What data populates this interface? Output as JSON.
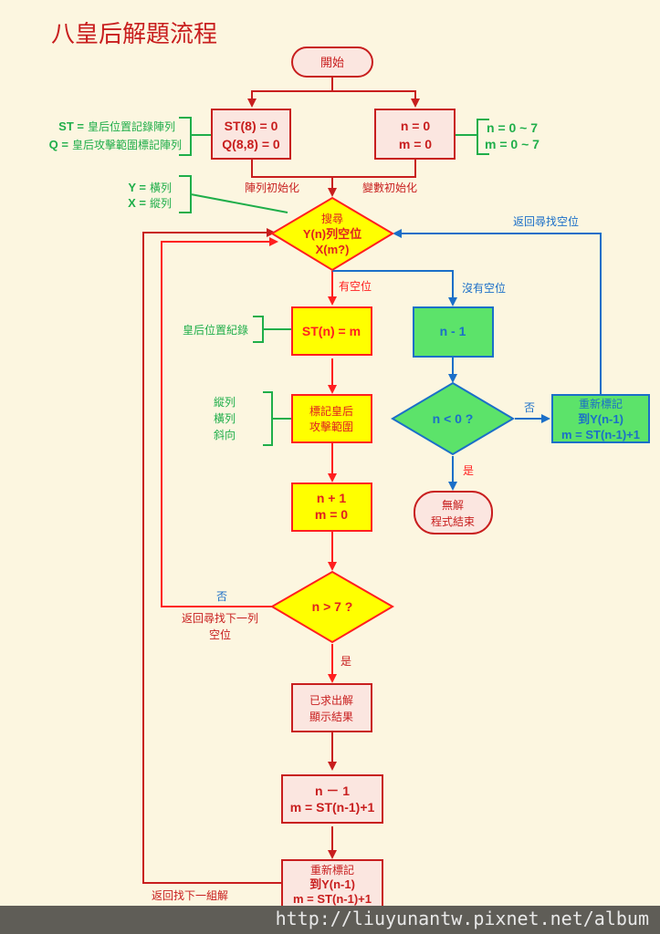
{
  "title": "八皇后解題流程",
  "colors": {
    "red": "#c81e1e",
    "bright_red": "#ff1f1f",
    "green": "#1fae4a",
    "blue": "#1b6fc8",
    "yellow": "#ffff00",
    "pale_pink": "#fbe6e0",
    "green_fill": "#5ce36a",
    "background": "#fcf6e0"
  },
  "nodes": {
    "start": "開始",
    "init_array": [
      "ST(8) = 0",
      "Q(8,8) = 0"
    ],
    "init_vars": [
      "n = 0",
      "m = 0"
    ],
    "search": [
      "搜尋",
      "Y(n)列空位",
      "X(m?)"
    ],
    "record": "ST(n) = m",
    "mark": [
      "標記皇后",
      "攻擊範圍"
    ],
    "next_row": [
      "n + 1",
      "m = 0"
    ],
    "check_done": "n > 7 ?",
    "found": [
      "已求出解",
      "顯示結果"
    ],
    "backtrack_after": [
      "n － 1",
      "m = ST(n-1)+1"
    ],
    "remark_after": [
      "重新標記",
      "到Y(n-1)",
      "m = ST(n-1)+1"
    ],
    "dec": "n - 1",
    "check_neg": "n < 0 ?",
    "remark_back": [
      "重新標記",
      "到Y(n-1)",
      "m = ST(n-1)+1"
    ],
    "end": [
      "無解",
      "程式結束"
    ]
  },
  "annotations": {
    "st_def": {
      "key": "ST =",
      "desc": "皇后位置記錄陣列"
    },
    "q_def": {
      "key": "Q =",
      "desc": "皇后攻擊範圍標記陣列"
    },
    "n_range": "n = 0 ~ 7",
    "m_range": "m = 0 ~ 7",
    "y_def": {
      "key": "Y =",
      "desc": "橫列"
    },
    "x_def": {
      "key": "X =",
      "desc": "縱列"
    },
    "record_note": "皇后位置紀錄",
    "mark_notes": [
      "縱列",
      "橫列",
      "斜向"
    ]
  },
  "edge_labels": {
    "array_init": "陣列初始化",
    "var_init": "變數初始化",
    "has_slot": "有空位",
    "no_slot": "沒有空位",
    "return_search": "返回尋找空位",
    "no_neg": "否",
    "yes_neg": "是",
    "no_done": "否",
    "return_next_row": [
      "返回尋找下一列",
      "空位"
    ],
    "yes_done": "是",
    "return_next_solution": "返回找下一組解"
  },
  "footer": "http://liuyunantw.pixnet.net/album"
}
